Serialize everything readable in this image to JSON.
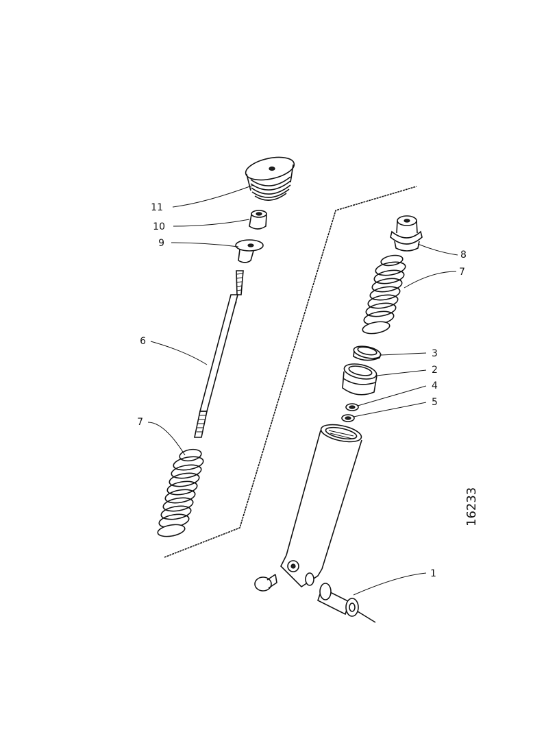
{
  "labels": {
    "l1": "1",
    "l2": "2",
    "l3": "3",
    "l4": "4",
    "l5": "5",
    "l6": "6",
    "l7_left": "7",
    "l7_right": "7",
    "l8": "8",
    "l9": "9",
    "l10": "10",
    "l11": "11"
  },
  "reference_number": "16233"
}
